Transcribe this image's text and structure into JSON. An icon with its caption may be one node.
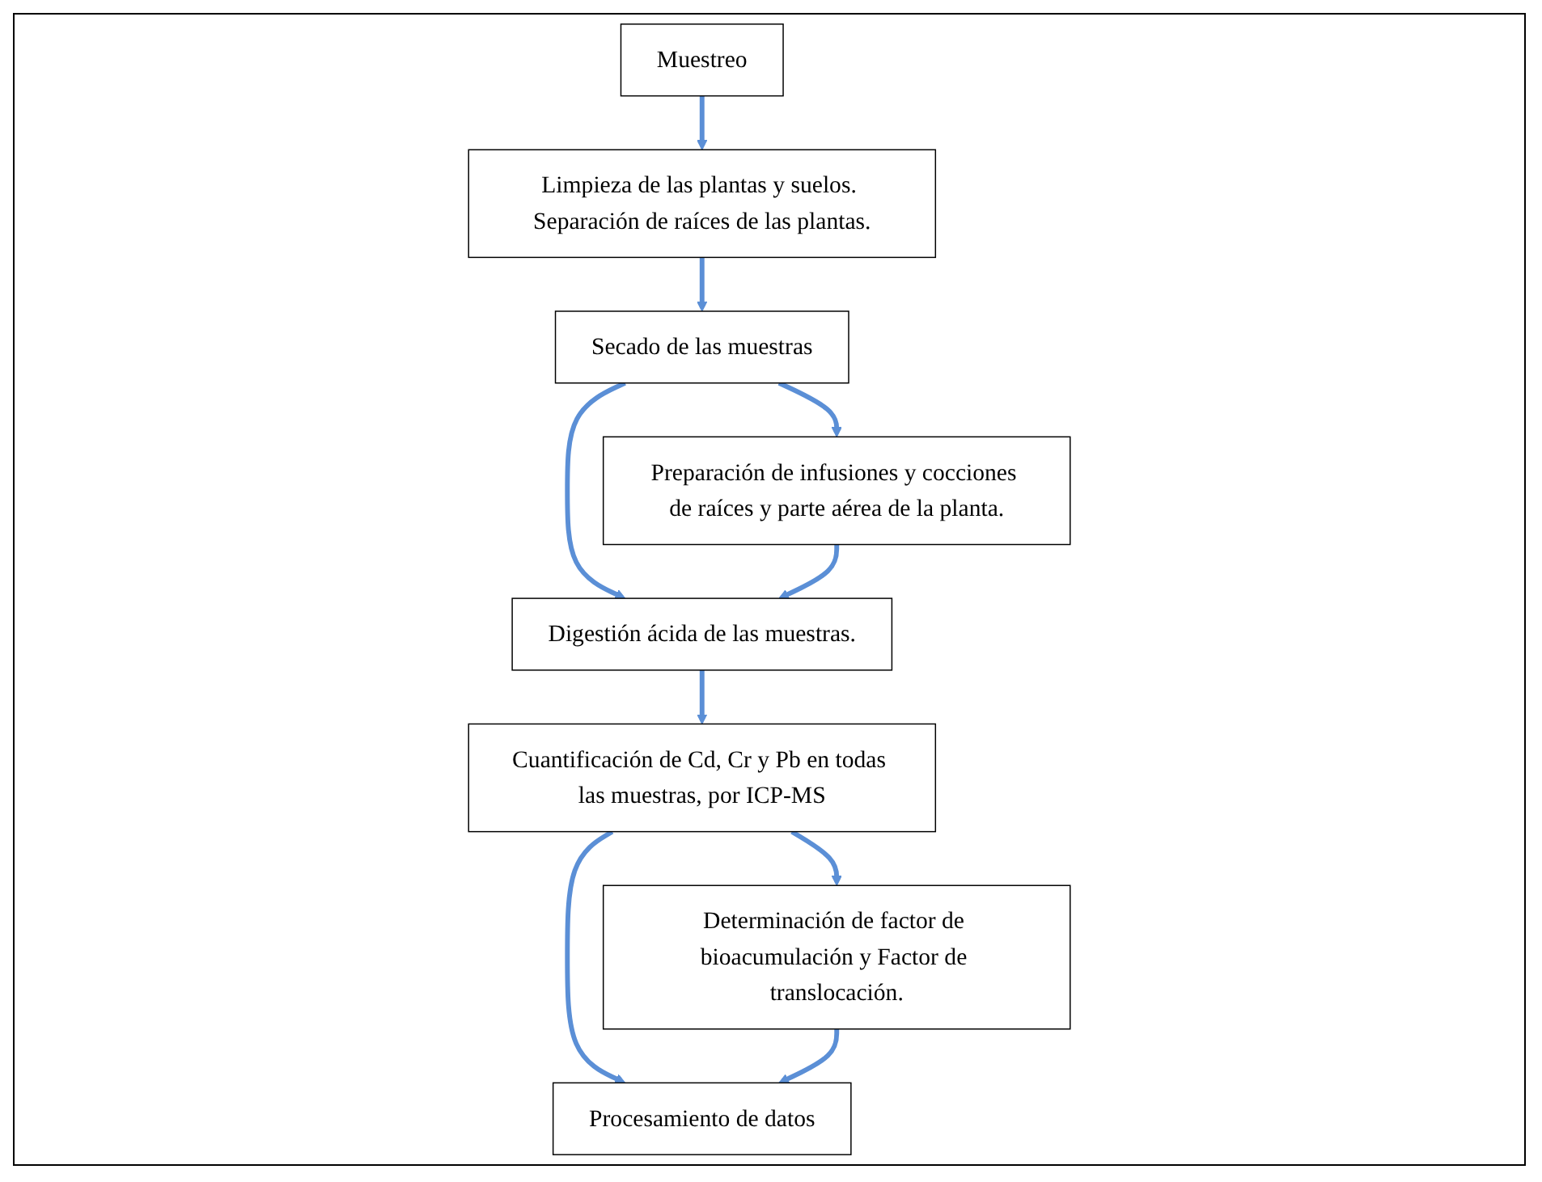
{
  "diagram": {
    "nodes": [
      {
        "text": [
          "Muestreo"
        ]
      },
      {
        "text": [
          "Limpieza de las plantas y suelos. Separación de raíces de las plantas."
        ]
      },
      {
        "text": [
          "Secado de las muestras"
        ]
      },
      {
        "text": [
          "Preparación de infusiones y cocciones de raíces y parte aérea de la planta."
        ]
      },
      {
        "text": [
          "Digestión ácida de las muestras."
        ]
      },
      {
        "text": [
          "Cuantificación de Cd, Cr y Pb en todas las muestras, por ICP-MS"
        ]
      },
      {
        "text": [
          "Determinación de factor de bioacumulación y Factor de translocación."
        ]
      },
      {
        "text": [
          "Procesamiento de datos"
        ]
      }
    ],
    "edges": [
      {
        "from": 0,
        "to": 1,
        "arrow": "to"
      },
      {
        "from": 1,
        "to": 2,
        "arrow": "to"
      },
      {
        "from": 2,
        "to": 3,
        "arrow": "to"
      },
      {
        "from": 2,
        "to": 4,
        "arrow": "to"
      },
      {
        "from": 3,
        "to": 4,
        "arrow": "to"
      },
      {
        "from": 4,
        "to": 5,
        "arrow": "to"
      },
      {
        "from": 5,
        "to": 6,
        "arrow": "to"
      },
      {
        "from": 5,
        "to": 7,
        "arrow": "to"
      },
      {
        "from": 6,
        "to": 7,
        "arrow": "to"
      }
    ]
  }
}
